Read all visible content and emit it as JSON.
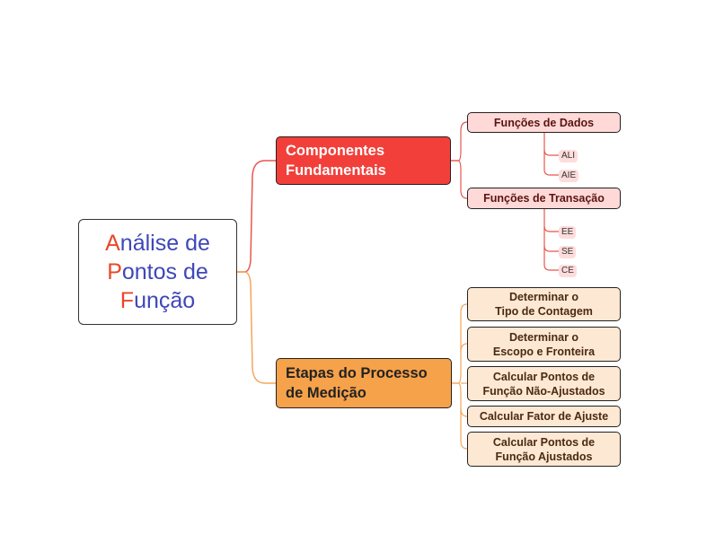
{
  "root": {
    "line1_cap": "A",
    "line1_rest": "nálise de",
    "line2_cap": "P",
    "line2_rest": "ontos de",
    "line3_cap": "F",
    "line3_rest": "unção"
  },
  "branches": {
    "components": {
      "label_line1": "Componentes",
      "label_line2": "Fundamentais",
      "data_functions": {
        "label": "Funções de Dados",
        "items": [
          "ALI",
          "AIE"
        ]
      },
      "transaction_functions": {
        "label": "Funções de Transação",
        "items": [
          "EE",
          "SE",
          "CE"
        ]
      }
    },
    "process": {
      "label_line1": "Etapas do Processo",
      "label_line2": "de Medição",
      "steps": [
        {
          "line1": "Determinar o",
          "line2": "Tipo de Contagem"
        },
        {
          "line1": "Determinar o",
          "line2": "Escopo e Fronteira"
        },
        {
          "line1": "Calcular Pontos de",
          "line2": "Função Não-Ajustados"
        },
        {
          "line1": "Calcular Fator de Ajuste",
          "line2": ""
        },
        {
          "line1": "Calcular Pontos de",
          "line2": "Função Ajustados"
        }
      ]
    }
  },
  "colors": {
    "red_branch": "#f23f3a",
    "red_line": "#e8564e",
    "orange_branch": "#f6a24a",
    "orange_line": "#f5a55a",
    "root_text": "#3f47b8",
    "root_initial": "#e8472a"
  }
}
